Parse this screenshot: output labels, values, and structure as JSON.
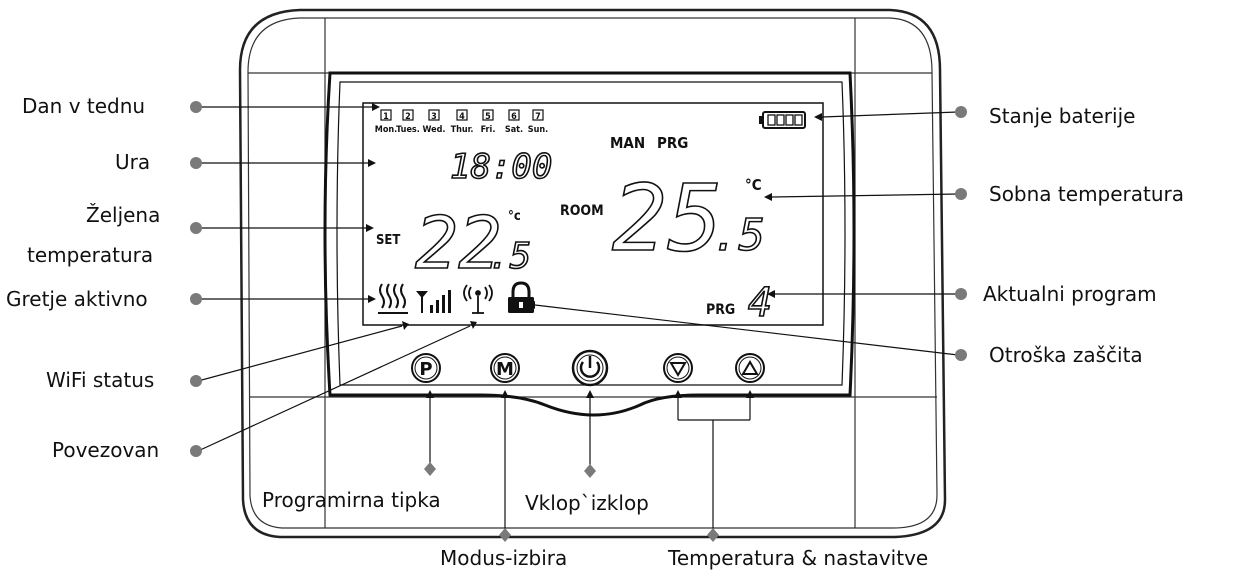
{
  "labels": {
    "day_of_week": "Dan v tednu",
    "clock": "Ura",
    "set_temp_line1": "Željena",
    "set_temp_line2": "temperatura",
    "heating_active": "Gretje aktivno",
    "wifi_status": "WiFi status",
    "connected": "Povezovan",
    "battery": "Stanje baterije",
    "room_temp": "Sobna temperatura",
    "current_program": "Aktualni program",
    "child_lock": "Otroška zaščita",
    "program_key": "Programirna tipka",
    "mode_select": "Modus-izbira",
    "power": "Vklop`izklop",
    "temp_settings": "Temperatura & nastavitve"
  },
  "lcd": {
    "days": [
      {
        "num": "1",
        "name": "Mon."
      },
      {
        "num": "2",
        "name": "Tues."
      },
      {
        "num": "3",
        "name": "Wed."
      },
      {
        "num": "4",
        "name": "Thur."
      },
      {
        "num": "5",
        "name": "Fri."
      },
      {
        "num": "6",
        "name": "Sat."
      },
      {
        "num": "7",
        "name": "Sun."
      }
    ],
    "clock": "18:00",
    "man": "MAN",
    "prg_top": "PRG",
    "room": "ROOM",
    "room_temp_int": "25",
    "room_temp_dec": ".5",
    "room_unit": "°C",
    "set": "SET",
    "set_temp_int": "22",
    "set_temp_dec": ".5",
    "set_unit": "°c",
    "prg": "PRG",
    "program_number": "4"
  },
  "buttons": {
    "program": "P",
    "mode": "M"
  },
  "colors": {
    "line": "#111111",
    "dot": "#7a7a7a",
    "frame": "#222222"
  }
}
